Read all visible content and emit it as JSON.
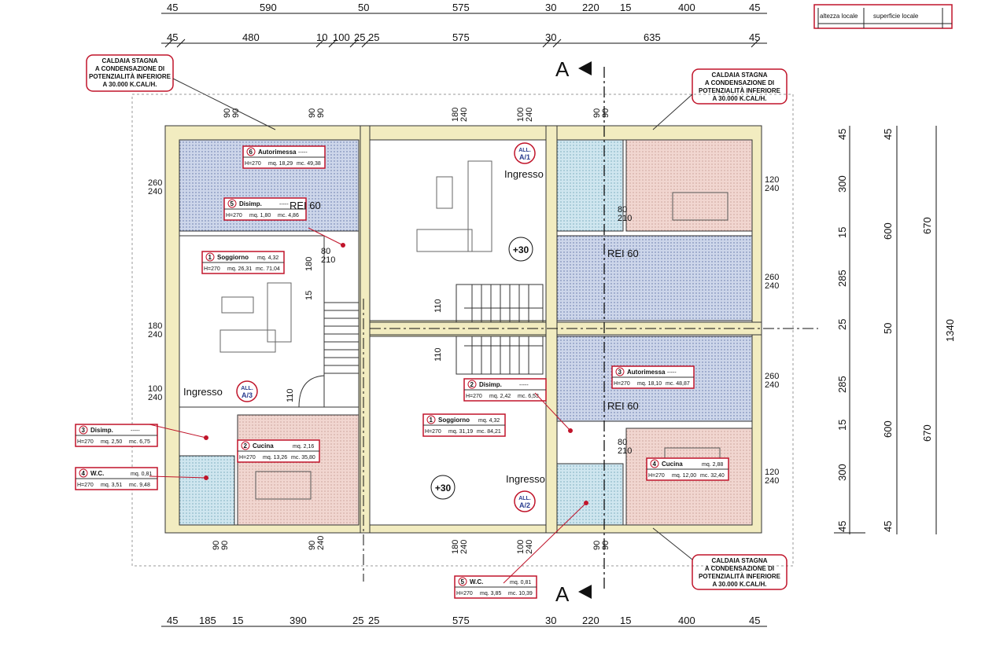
{
  "dims": {
    "top1": [
      "45",
      "590",
      "50",
      "575",
      "30",
      "220",
      "15",
      "400",
      "45"
    ],
    "top2": [
      "45",
      "480",
      "10",
      "100",
      "25",
      "25",
      "575",
      "30",
      "635",
      "45"
    ],
    "bottom": [
      "45",
      "185",
      "15",
      "390",
      "25",
      "25",
      "575",
      "30",
      "220",
      "15",
      "400",
      "45"
    ],
    "right_col1": [
      "45",
      "300",
      "15",
      "285",
      "25",
      "285",
      "15",
      "300",
      "45"
    ],
    "right_col2": [
      "45",
      "600",
      "50",
      "600",
      "45"
    ],
    "right_col3": [
      "670",
      "670"
    ],
    "right_total": "1340"
  },
  "header_table": {
    "col1": "altezza locale",
    "col2": "superficie locale"
  },
  "section": {
    "letter": "A"
  },
  "notes": {
    "boiler": [
      "CALDAIA STAGNA",
      "A CONDENSAZIONE DI",
      "POTENZIALITÀ INFERIORE",
      "A 30.000 K.CAL/H."
    ]
  },
  "rooms": [
    {
      "id": "autorimessa-a3",
      "num": "6",
      "name": "Autorimessa",
      "extra": "-----",
      "h": "H=270",
      "mq": "mq. 18,29",
      "mc": "mc. 49,38"
    },
    {
      "id": "disimp-top",
      "num": "5",
      "name": "Disimp.",
      "extra": "-----",
      "h": "H=270",
      "mq": "mq. 1,80",
      "mc": "mc. 4,86"
    },
    {
      "id": "soggiorno-a3",
      "num": "1",
      "name": "Soggiorno",
      "extra": "mq. 4,32",
      "h": "H=270",
      "mq": "mq. 26,31",
      "mc": "mc. 71,04"
    },
    {
      "id": "disimp-a3",
      "num": "3",
      "name": "Disimp.",
      "extra": "-----",
      "h": "H=270",
      "mq": "mq. 2,50",
      "mc": "mc. 6,75"
    },
    {
      "id": "wc-a3",
      "num": "4",
      "name": "W.C.",
      "extra": "mq. 0,81",
      "h": "H=270",
      "mq": "mq. 3,51",
      "mc": "mc. 9,48"
    },
    {
      "id": "cucina-a3",
      "num": "2",
      "name": "Cucina",
      "extra": "mq. 2,16",
      "h": "H=270",
      "mq": "mq. 13,26",
      "mc": "mc. 35,80"
    },
    {
      "id": "disimp-a2",
      "num": "2",
      "name": "Disimp.",
      "extra": "-----",
      "h": "H=270",
      "mq": "mq. 2,42",
      "mc": "mc. 6,53"
    },
    {
      "id": "soggiorno-a2",
      "num": "1",
      "name": "Soggiorno",
      "extra": "mq. 4,32",
      "h": "H=270",
      "mq": "mq. 31,19",
      "mc": "mc. 84,21"
    },
    {
      "id": "autorimessa-a2",
      "num": "3",
      "name": "Autorimessa",
      "extra": "-----",
      "h": "H=270",
      "mq": "mq. 18,10",
      "mc": "mc. 48,87"
    },
    {
      "id": "cucina-a2",
      "num": "4",
      "name": "Cucina",
      "extra": "mq. 2,88",
      "h": "H=270",
      "mq": "mq. 12,00",
      "mc": "mc. 32,40"
    },
    {
      "id": "wc-a2",
      "num": "5",
      "name": "W.C.",
      "extra": "mq. 0,81",
      "h": "H=270",
      "mq": "mq. 3,85",
      "mc": "mc. 10,39"
    }
  ],
  "labels": {
    "ingresso": "Ingresso",
    "rei": "REI 60",
    "level": "+30",
    "all_a1": [
      "ALL.",
      "A/1"
    ],
    "all_a2": [
      "ALL.",
      "A/2"
    ],
    "all_a3": [
      "ALL.",
      "A/3"
    ]
  },
  "openings": {
    "w90": [
      "90",
      "90"
    ],
    "w180": [
      "180",
      "240"
    ],
    "w100": [
      "100",
      "240"
    ],
    "w260": [
      "260",
      "240"
    ],
    "w120": [
      "120",
      "240"
    ],
    "d80": [
      "80",
      "210"
    ],
    "stair": [
      "180",
      "15",
      "110",
      "110",
      "110"
    ]
  }
}
